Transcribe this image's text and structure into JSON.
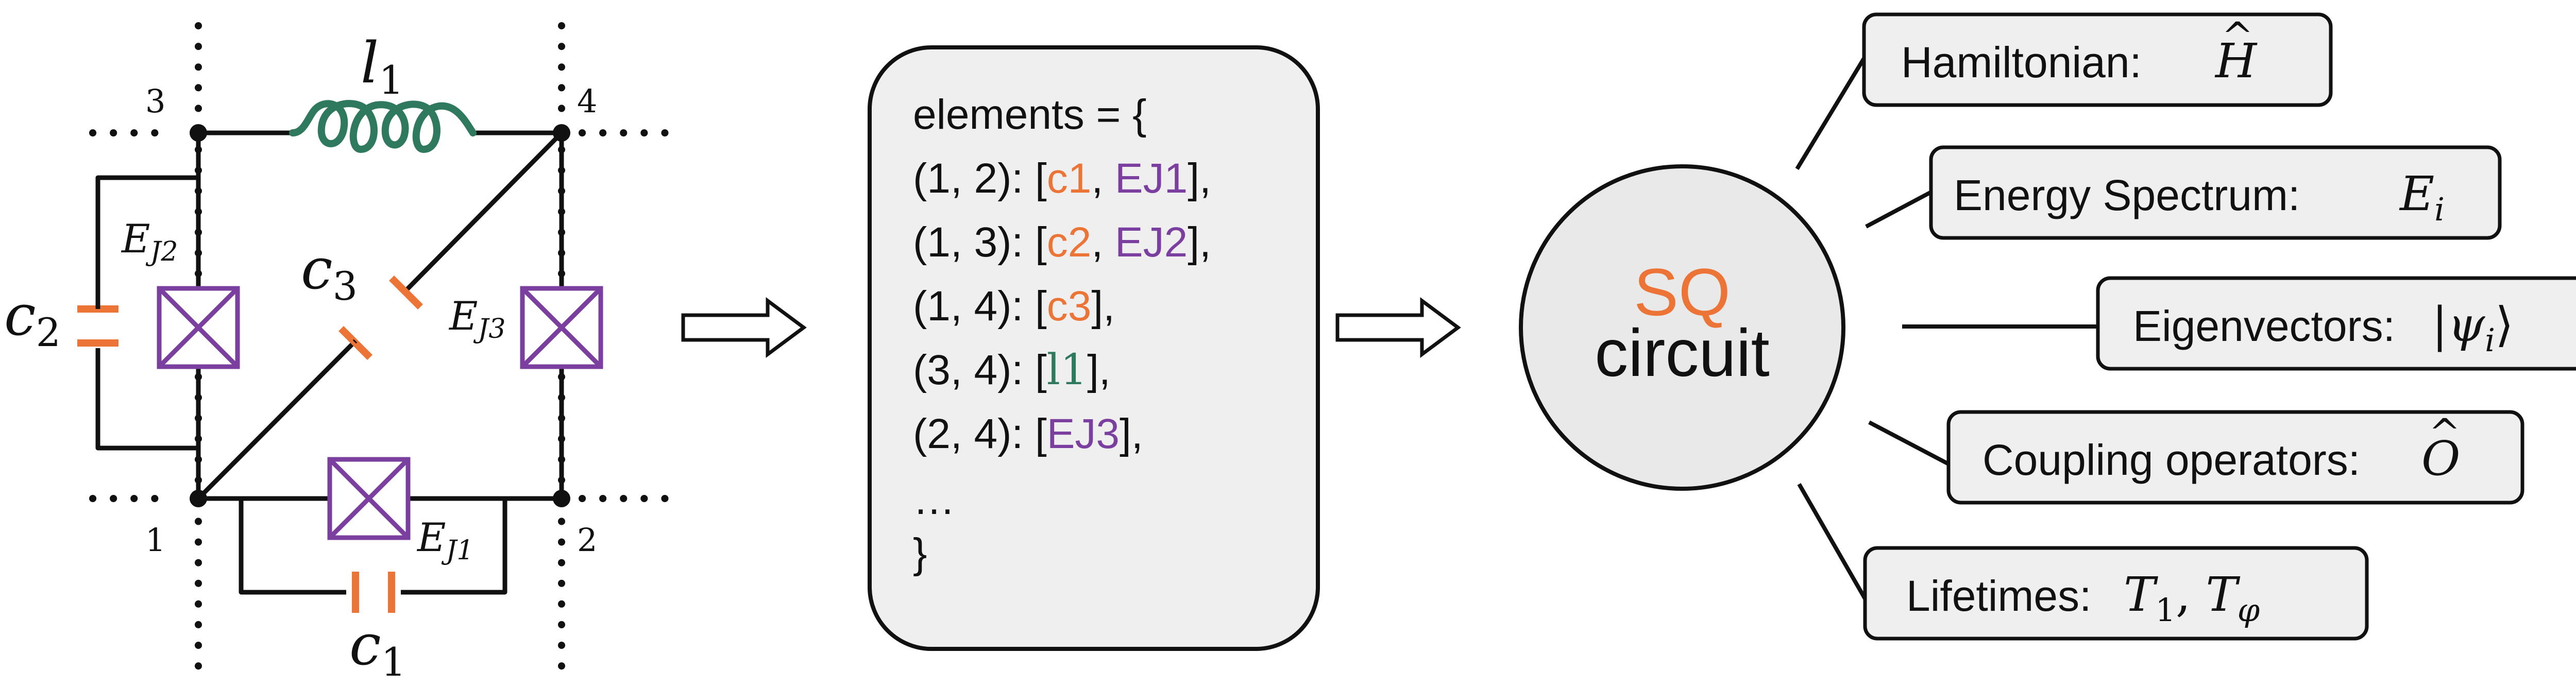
{
  "colors": {
    "capacitor": "#ec7436",
    "inductor": "#2f7a5e",
    "junction": "#7b3fa0",
    "line": "#111111",
    "box_fill": "#efefef",
    "circle_fill": "#e9e9e9"
  },
  "circuit": {
    "nodes": [
      "1",
      "2",
      "3",
      "4"
    ],
    "labels": {
      "l1": "l",
      "l1_sub": "1",
      "c1": "c",
      "c1_sub": "1",
      "c2": "c",
      "c2_sub": "2",
      "c3": "c",
      "c3_sub": "3",
      "ej1": "E",
      "ej1_sub": "J1",
      "ej2": "E",
      "ej2_sub": "J2",
      "ej3": "E",
      "ej3_sub": "J3"
    }
  },
  "code": {
    "header": "elements = {",
    "rows": [
      {
        "prefix": "(1, 2): [",
        "items": [
          {
            "t": "c1",
            "k": "cap"
          },
          {
            "t": ", ",
            "k": "plain"
          },
          {
            "t": "EJ1",
            "k": "jj"
          }
        ],
        "suffix": "],"
      },
      {
        "prefix": "(1, 3): [",
        "items": [
          {
            "t": "c2",
            "k": "cap"
          },
          {
            "t": ", ",
            "k": "plain"
          },
          {
            "t": "EJ2",
            "k": "jj"
          }
        ],
        "suffix": "],"
      },
      {
        "prefix": "(1, 4): [",
        "items": [
          {
            "t": "c3",
            "k": "cap"
          }
        ],
        "suffix": "],"
      },
      {
        "prefix": "(3, 4): [",
        "items": [
          {
            "t": "l1",
            "k": "ind"
          }
        ],
        "suffix": "],"
      },
      {
        "prefix": "(2, 4): [",
        "items": [
          {
            "t": "EJ3",
            "k": "jj"
          }
        ],
        "suffix": "],"
      }
    ],
    "ellipsis": "…",
    "closing": "}"
  },
  "hub": {
    "title": "SQ",
    "subtitle": "circuit"
  },
  "outputs": {
    "hamiltonian": {
      "label": "Hamiltonian:",
      "symbol": "H",
      "hat": "^"
    },
    "spectrum": {
      "label": "Energy Spectrum:",
      "symbol": "E",
      "sub": "i"
    },
    "eigenvectors": {
      "label": "Eigenvectors:",
      "bra": "|",
      "symbol": "ψ",
      "sub": "i",
      "ket": "⟩"
    },
    "coupling": {
      "label": "Coupling operators:",
      "symbol": "O",
      "hat": "^"
    },
    "lifetimes": {
      "label": "Lifetimes:",
      "t1": "T",
      "t1_sub": "1",
      "sep": ", ",
      "t2": "T",
      "t2_sub": "φ"
    }
  }
}
